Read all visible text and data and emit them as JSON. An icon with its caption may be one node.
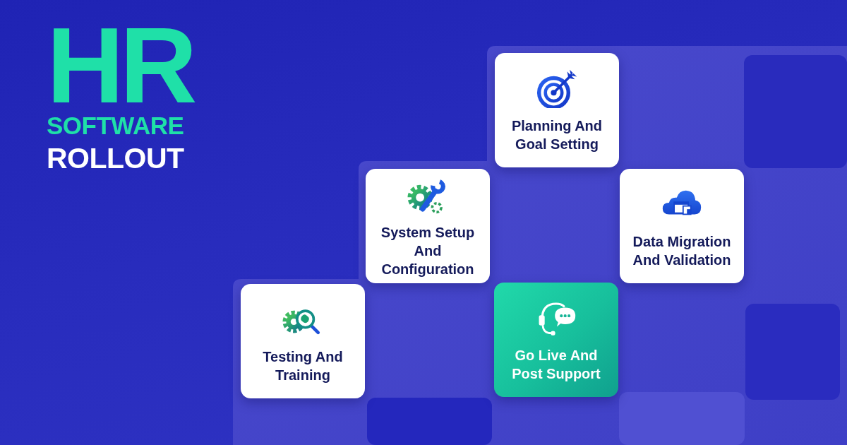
{
  "diagram": {
    "title": "HR SOFTWARE ROLLOUT",
    "nodes": [
      {
        "text": [
          "Planning And Goal Setting"
        ]
      },
      {
        "text": [
          "System Setup And Configuration"
        ]
      },
      {
        "text": [
          "Data Migration And Validation"
        ]
      },
      {
        "text": [
          "Testing And Training"
        ]
      },
      {
        "text": [
          "Go Live And Post Support"
        ]
      }
    ]
  }
}
